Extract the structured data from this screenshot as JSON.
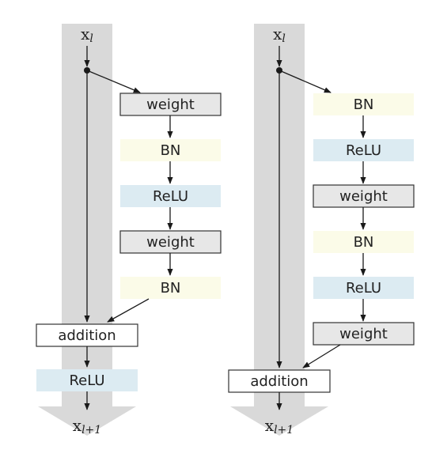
{
  "colors": {
    "skip_band": "#d9d9d9",
    "weight_fill": "#e7e7e7",
    "bn_fill": "#fbfbe8",
    "relu_fill": "#dcebf2",
    "addition_fill": "#ffffff",
    "arrow": "#1a1a1a"
  },
  "left_block": {
    "input_label": "x",
    "input_sub": "l",
    "output_label": "x",
    "output_sub": "l+1",
    "layers": [
      "weight",
      "BN",
      "ReLU",
      "weight",
      "BN"
    ],
    "merge_label": "addition",
    "post_label": "ReLU"
  },
  "right_block": {
    "input_label": "x",
    "input_sub": "l",
    "output_label": "x",
    "output_sub": "l+1",
    "layers": [
      "BN",
      "ReLU",
      "weight",
      "BN",
      "ReLU",
      "weight"
    ],
    "merge_label": "addition"
  }
}
